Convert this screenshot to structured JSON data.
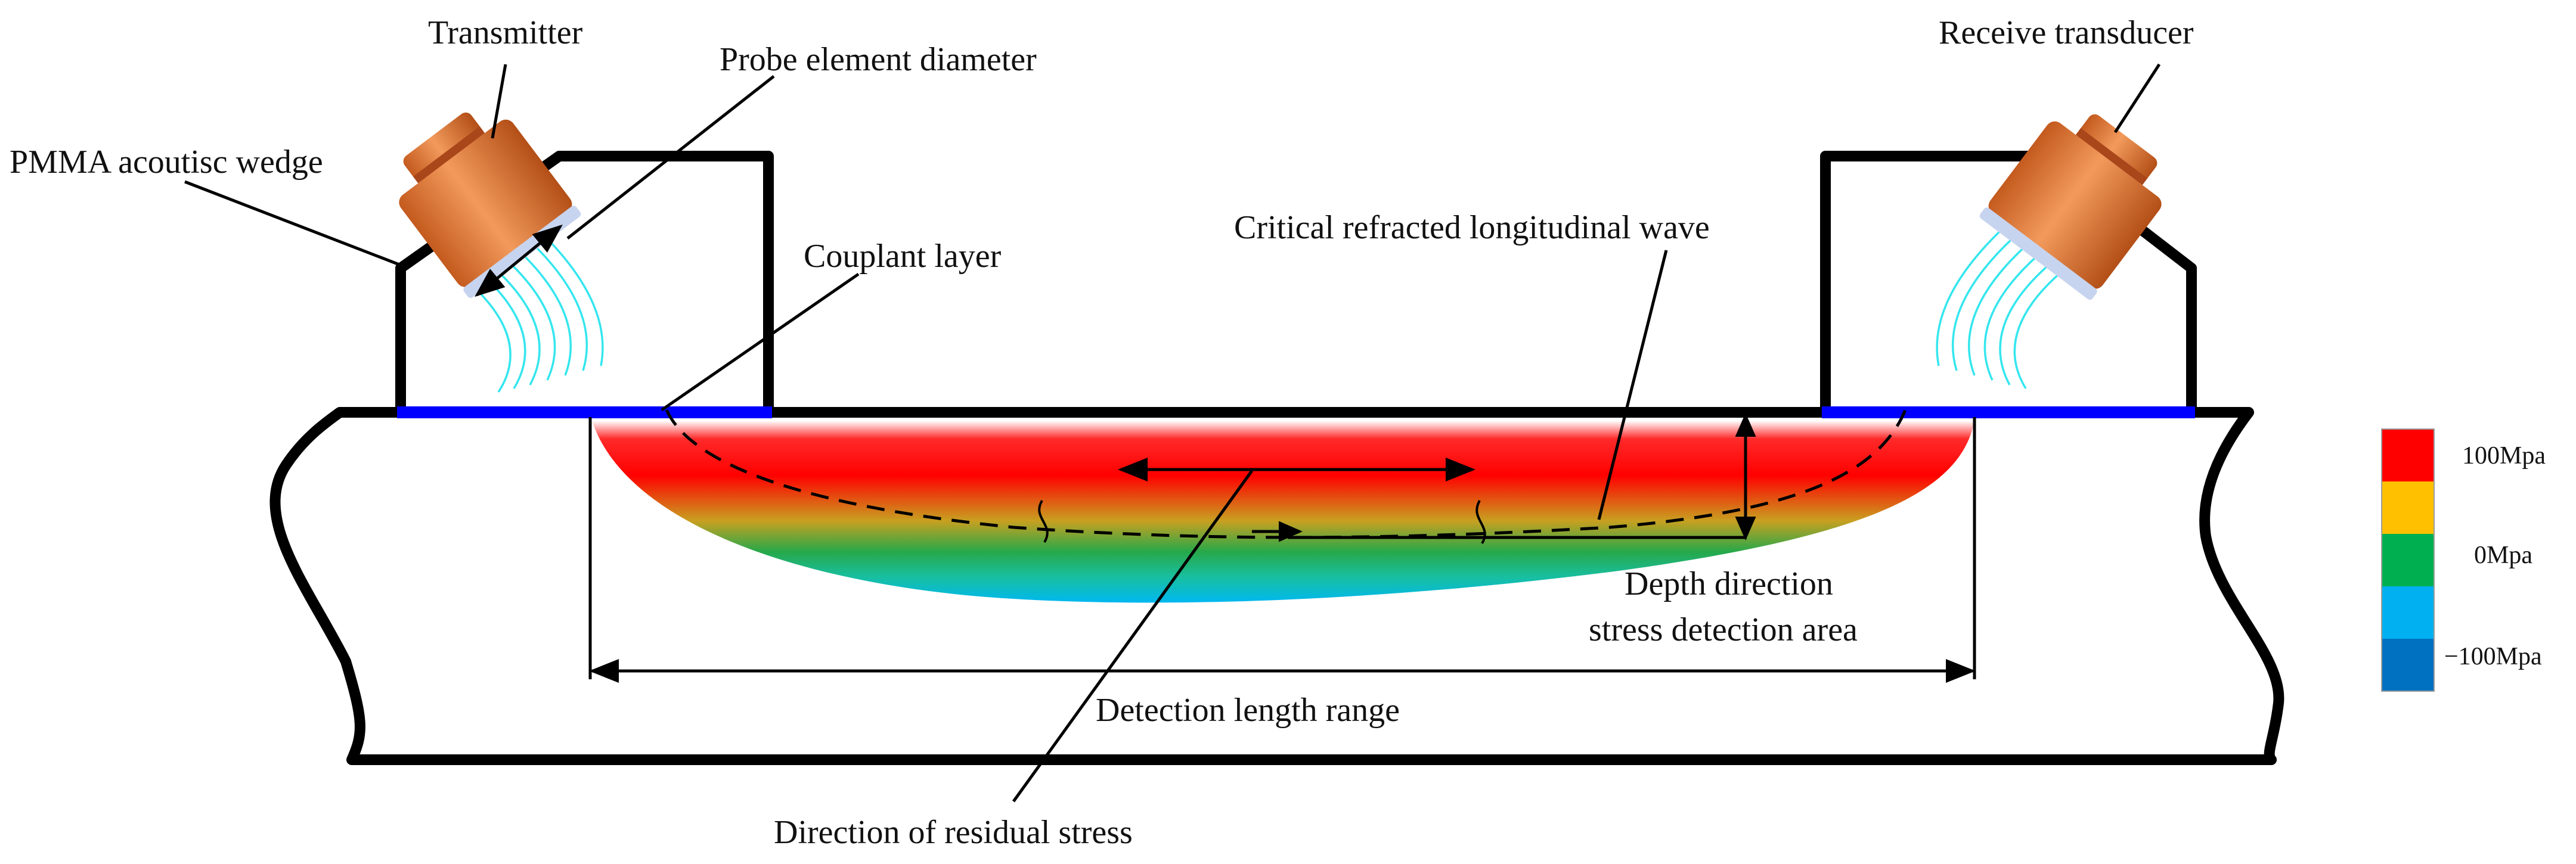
{
  "labels": {
    "transmitter": "Transmitter",
    "probe_element_diameter": "Probe element diameter",
    "receive_transducer": "Receive transducer",
    "pmma_wedge": "PMMA acoutisc wedge",
    "couplant_layer": "Couplant layer",
    "critical_wave": "Critical refracted longitudinal wave",
    "depth_area_line1": "Depth direction",
    "depth_area_line2": "stress detection area",
    "detection_length": "Detection length range",
    "residual_stress": "Direction of residual stress"
  },
  "color_scale": {
    "labels": [
      "100Mpa",
      "0Mpa",
      "−100Mpa"
    ],
    "colors": [
      "#ff0000",
      "#ffc000",
      "#00b050",
      "#00b0f0",
      "#0070c0"
    ]
  },
  "colors": {
    "couplant": "#0000ff",
    "probe": "#e07a3c",
    "wave": "#35e6ee",
    "outline": "#000000"
  }
}
